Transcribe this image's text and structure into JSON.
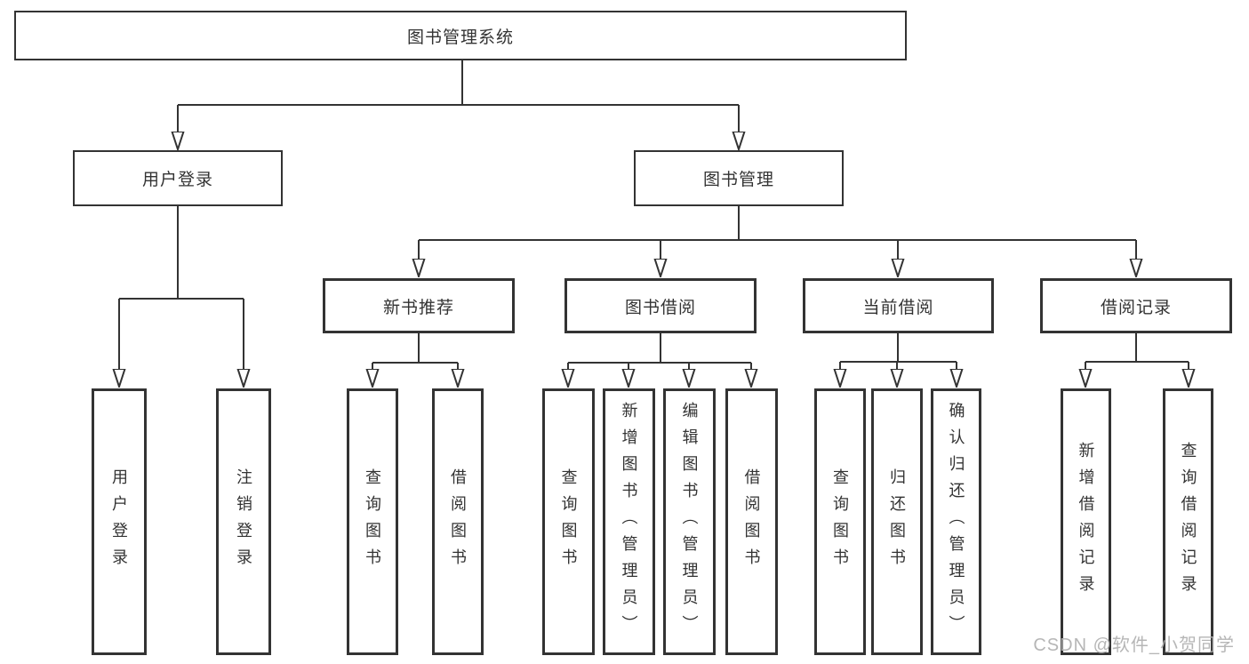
{
  "diagram": {
    "root": {
      "label": "图书管理系统"
    },
    "level2": {
      "user_login": {
        "label": "用户登录"
      },
      "book_mgmt": {
        "label": "图书管理"
      }
    },
    "level3": {
      "new_books": {
        "label": "新书推荐"
      },
      "book_borrow": {
        "label": "图书借阅"
      },
      "current_borrow": {
        "label": "当前借阅"
      },
      "borrow_records": {
        "label": "借阅记录"
      }
    },
    "leaves": {
      "user_login": [
        "用户登录",
        "注销登录"
      ],
      "new_books": [
        "查询图书",
        "借阅图书"
      ],
      "book_borrow": [
        "查询图书",
        "新增图书（管理员）",
        "编辑图书（管理员）",
        "借阅图书"
      ],
      "current_borrow": [
        "查询图书",
        "归还图书",
        "确认归还（管理员）"
      ],
      "borrow_records": [
        "新增借阅记录",
        "查询借阅记录"
      ]
    },
    "watermark": "CSDN @软件_小贺同学",
    "colors": {
      "line": "#333333",
      "text": "#333333",
      "watermark": "#b2b2b2"
    }
  }
}
